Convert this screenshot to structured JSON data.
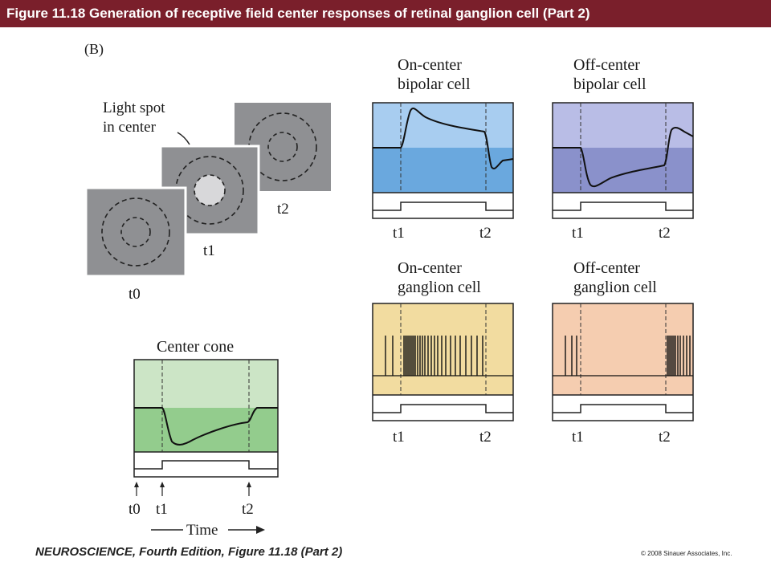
{
  "header": {
    "title": "Figure 11.18  Generation of receptive field center responses of retinal ganglion cell (Part 2)"
  },
  "figure": {
    "panel_label": "(B)",
    "light_spot_label": [
      "Light spot",
      "in center"
    ],
    "stimulus_frames": [
      "t0",
      "t1",
      "t2"
    ],
    "center_cone": {
      "title": "Center cone",
      "tick_labels": [
        "t0",
        "t1",
        "t2"
      ],
      "axis_label": "Time"
    },
    "panels": [
      {
        "id": "on-bipolar",
        "title": [
          "On-center",
          "bipolar cell"
        ],
        "type": "trace",
        "top_color": "#a8cdf0",
        "bottom_color": "#6aa8de",
        "ticks": [
          "t1",
          "t2"
        ]
      },
      {
        "id": "off-bipolar",
        "title": [
          "Off-center",
          "bipolar cell"
        ],
        "type": "trace",
        "top_color": "#b9bde6",
        "bottom_color": "#8a91cb",
        "ticks": [
          "t1",
          "t2"
        ]
      },
      {
        "id": "on-ganglion",
        "title": [
          "On-center",
          "ganglion cell"
        ],
        "type": "spikes",
        "color": "#f2dca0",
        "ticks": [
          "t1",
          "t2"
        ]
      },
      {
        "id": "off-ganglion",
        "title": [
          "Off-center",
          "ganglion cell"
        ],
        "type": "spikes",
        "color": "#f5cdb0",
        "ticks": [
          "t1",
          "t2"
        ]
      }
    ],
    "cone_colors": {
      "top": "#cce5c6",
      "bottom": "#93cc8d"
    },
    "frame_colors": {
      "frame": "#8f9093",
      "spot": "#d8d8da"
    }
  },
  "footer": {
    "left": "NEUROSCIENCE, Fourth Edition, Figure 11.18 (Part 2)",
    "right": "© 2008 Sinauer Associates, Inc."
  }
}
